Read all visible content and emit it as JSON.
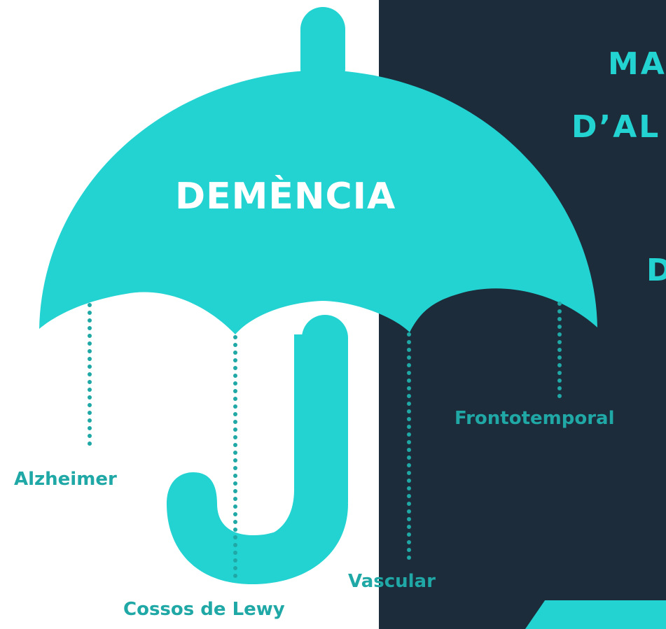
{
  "title_lines": [
    "MA",
    "D’AL",
    "D"
  ],
  "umbrella_label": "DEMÈNCIA",
  "types": {
    "alzheimer": "Alzheimer",
    "lewy": "Cossos de Lewy",
    "vascular": "Vascular",
    "frontotemporal": "Frontotemporal"
  },
  "colors": {
    "accent": "#22d3d1",
    "label": "#1fa8a6",
    "dark_background": "#1d2c3a",
    "light_background": "#ffffff"
  }
}
